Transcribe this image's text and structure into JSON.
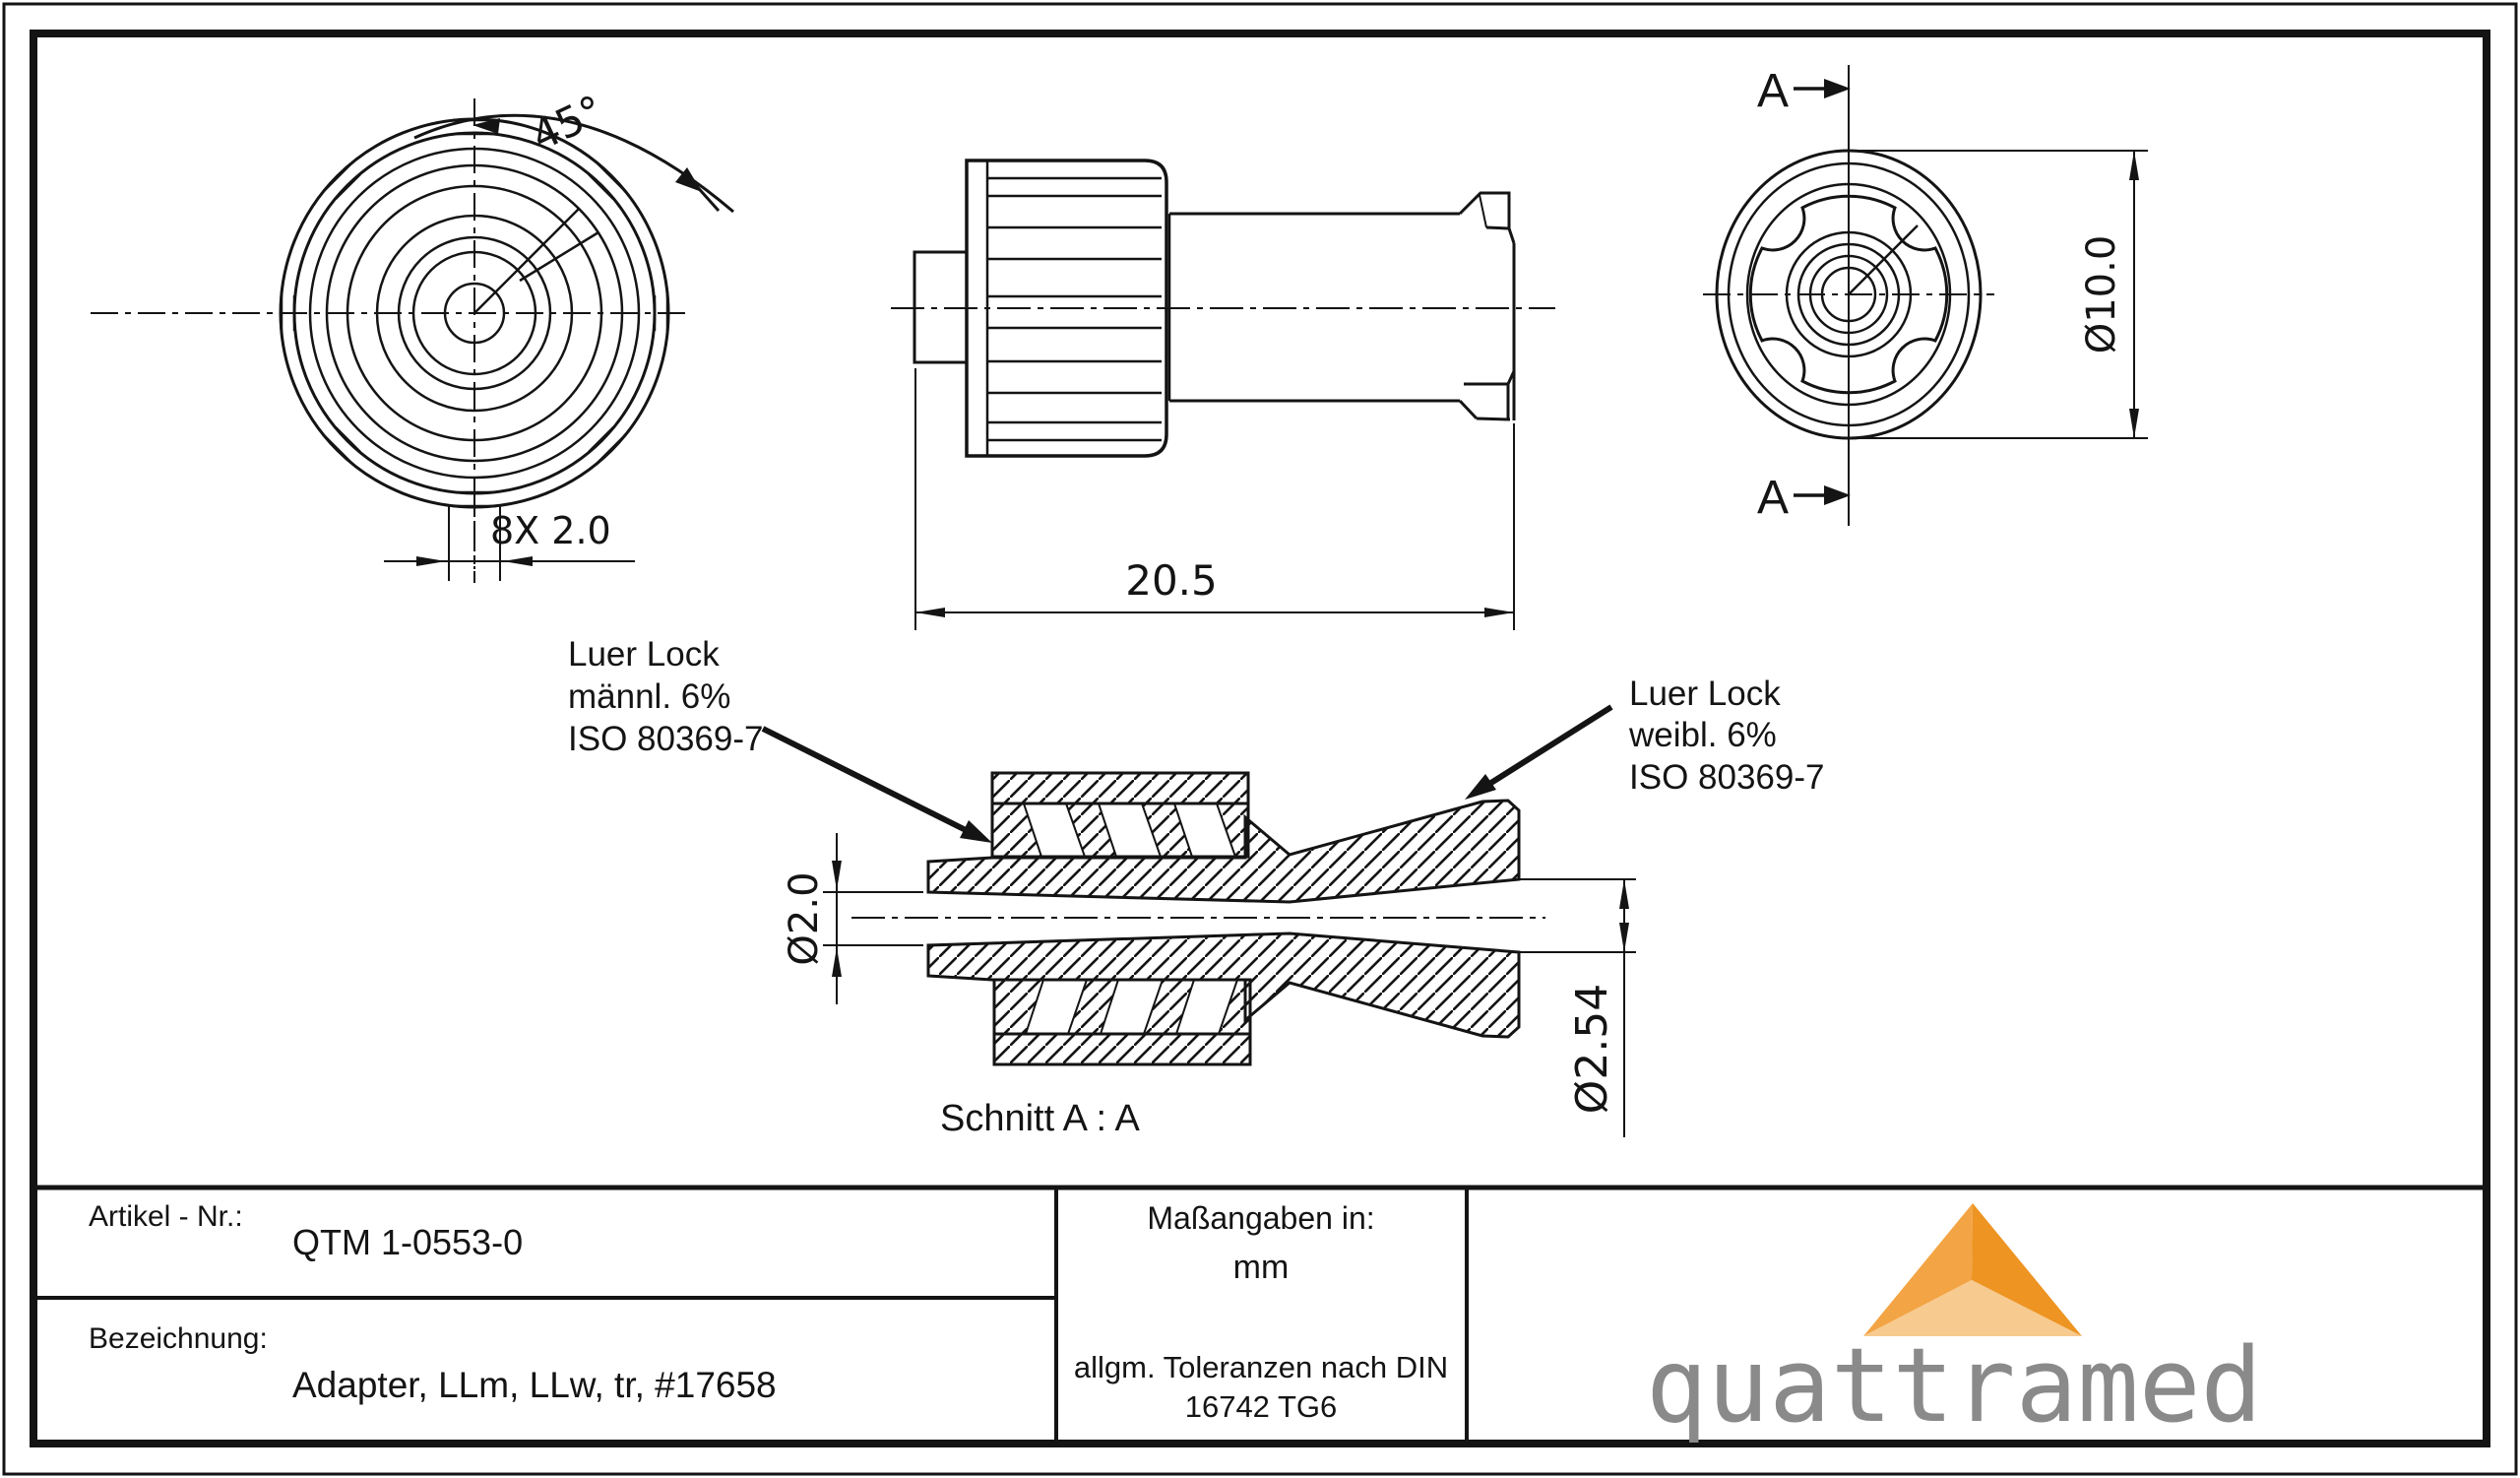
{
  "drawing": {
    "line_color": "#141414",
    "front_view": {
      "angle": "45°",
      "notch_dim": "8X 2.0"
    },
    "side_view": {
      "length": "20.5"
    },
    "rear_view": {
      "section_a_top": "A",
      "section_a_bottom": "A",
      "diameter": "Ø10.0"
    },
    "section_view": {
      "caption": "Schnitt A : A",
      "bore_dia": "Ø2.0",
      "tip_dia": "Ø2.54",
      "callout_left": {
        "line1": "Luer Lock",
        "line2": "männl. 6%",
        "line3": "ISO 80369-7"
      },
      "callout_right": {
        "line1": "Luer Lock",
        "line2": "weibl. 6%",
        "line3": "ISO 80369-7"
      }
    }
  },
  "title_block": {
    "article_label": "Artikel - Nr.:",
    "article_value": "QTM 1-0553-0",
    "designation_label": "Bezeichnung:",
    "designation_value": "Adapter, LLm, LLw, tr, #17658",
    "units_label": "Maßangaben in:",
    "units_value": "mm",
    "tolerance_line1": "allgm. Toleranzen nach DIN",
    "tolerance_line2": "16742 TG6",
    "logo": {
      "text": "quattramed",
      "text_color": "#8a8a8a",
      "face_left": "#F3A444",
      "face_right": "#ED9422",
      "face_bottom": "#F7CA8F"
    }
  }
}
